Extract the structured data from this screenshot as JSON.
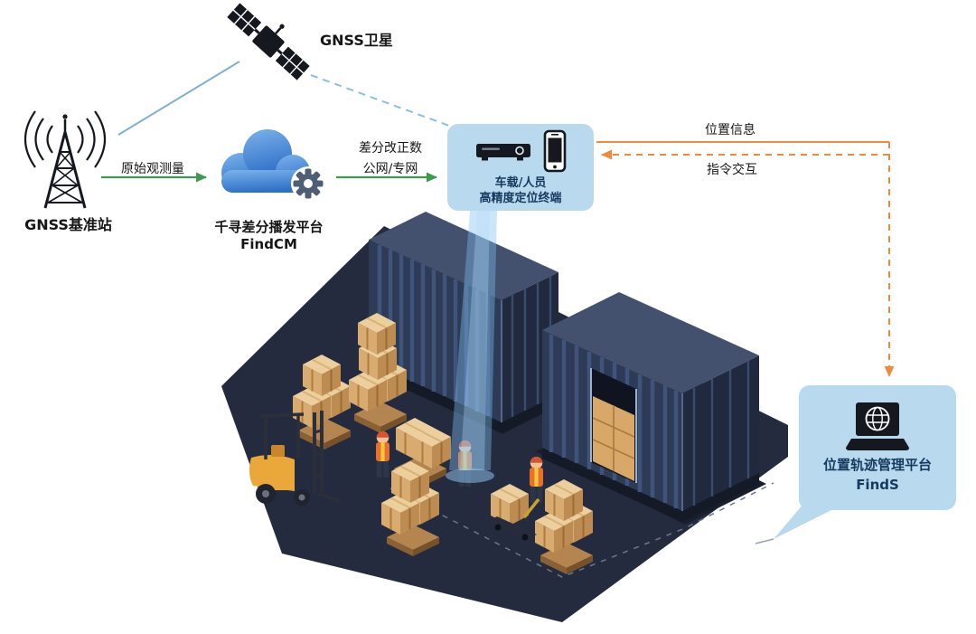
{
  "nodes": {
    "satellite": {
      "label": "GNSS卫星",
      "icon": "satellite-icon"
    },
    "base_station": {
      "label": "GNSS基准站",
      "icon": "antenna-tower-icon"
    },
    "cloud": {
      "label": "千寻差分播发平台",
      "sublabel": "FindCM",
      "icon": "cloud-gear-icon"
    },
    "terminal": {
      "line1": "车载/人员",
      "line2": "高精度定位终端",
      "icons": [
        "media-player-icon",
        "smartphone-icon"
      ]
    },
    "platform": {
      "label": "位置轨迹管理平台",
      "sublabel": "FindS",
      "icon": "laptop-globe-icon"
    }
  },
  "edges": {
    "raw_observation": {
      "label": "原始观测量",
      "from": "base_station",
      "to": "cloud",
      "color": "#3d9a4e",
      "style": "solid"
    },
    "corrections": {
      "line1": "差分改正数",
      "line2": "公网/专网",
      "from": "cloud",
      "to": "terminal",
      "color": "#3d9a4e",
      "style": "solid"
    },
    "satellite_to_base": {
      "color": "#7fb2c8",
      "style": "solid"
    },
    "satellite_to_terminal": {
      "color": "#8cc0da",
      "style": "dashed"
    },
    "position_info": {
      "label": "位置信息",
      "from": "terminal",
      "to": "platform",
      "color": "#f08a3c",
      "style": "solid"
    },
    "command_exchange": {
      "label": "指令交互",
      "from": "platform",
      "to": "terminal",
      "color": "#f08a3c",
      "style": "dashed"
    }
  },
  "colors": {
    "bubble_bg": "#b9d9ee",
    "bubble_text": "#16395f",
    "green_arrow": "#3d9a4e",
    "orange_arrow": "#f08a3c",
    "floor_navy": "#252b3e",
    "container_navy": "#2d3b56",
    "box_tan": "#d8ab70",
    "forklift_yellow": "#eaa83a",
    "beam_blue": "#7dbef0",
    "cloud_blue": "#2f6fc6"
  },
  "illustration": {
    "description": "isometric container yard with two shipping containers, forklift, pallet stacks, workers and positioning beam"
  }
}
